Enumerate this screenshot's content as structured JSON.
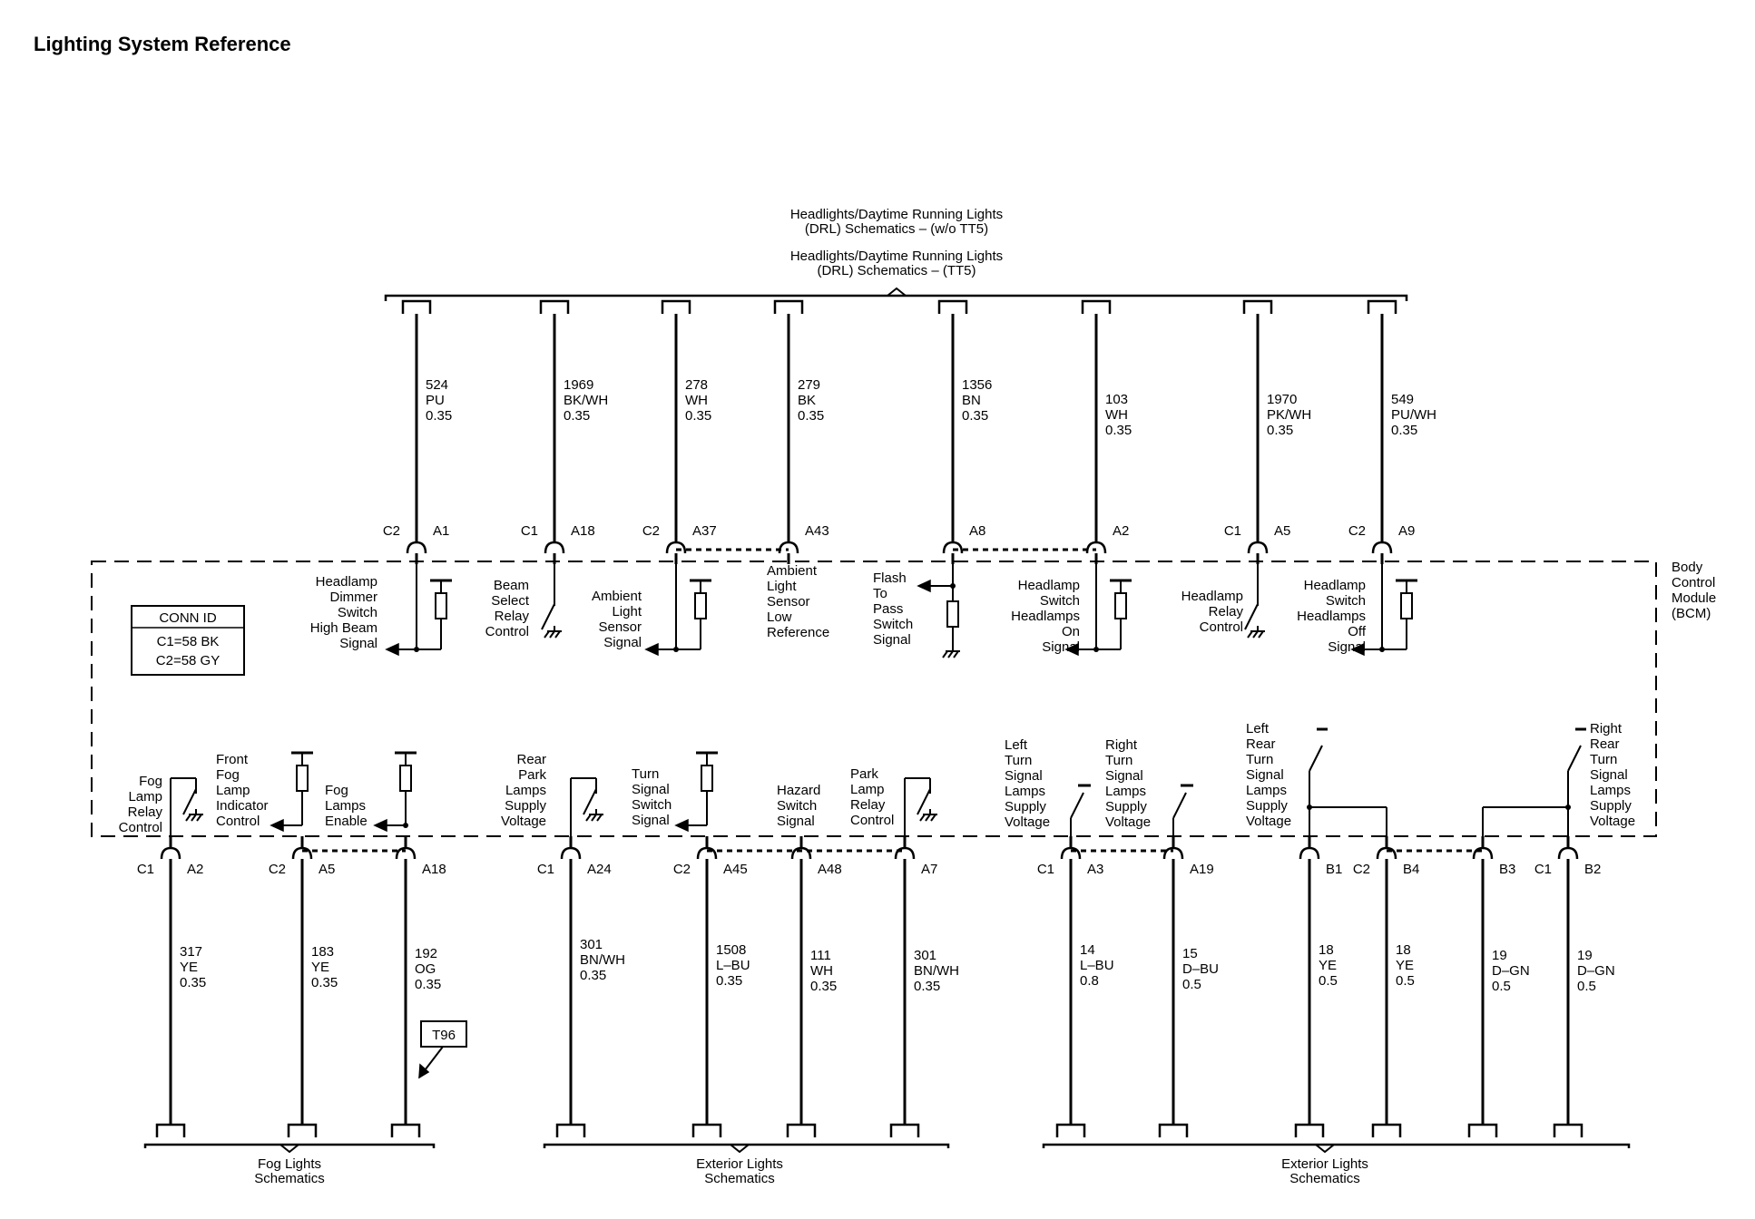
{
  "page_title": "Lighting System Reference",
  "top_bracket_titles": [
    "Headlights/Daytime Running Lights",
    "(DRL) Schematics – (w/o TT5)",
    "Headlights/Daytime Running Lights",
    "(DRL) Schematics – (TT5)"
  ],
  "module_name": [
    "Body",
    "Control",
    "Module",
    "(BCM)"
  ],
  "conn_id": {
    "title": "CONN ID",
    "rows": [
      "C1=58 BK",
      "C2=58 GY"
    ]
  },
  "top_circuits": [
    {
      "conn": "C2",
      "pin": "A1",
      "circuit": "524",
      "color": "PU",
      "gauge": "0.35",
      "function": [
        "Headlamp",
        "Dimmer",
        "Switch",
        "High Beam",
        "Signal"
      ]
    },
    {
      "conn": "C1",
      "pin": "A18",
      "circuit": "1969",
      "color": "BK/WH",
      "gauge": "0.35",
      "function": [
        "Beam",
        "Select",
        "Relay",
        "Control"
      ]
    },
    {
      "conn": "C2",
      "pin": "A37",
      "circuit": "278",
      "color": "WH",
      "gauge": "0.35",
      "function": [
        "Ambient",
        "Light",
        "Sensor",
        "Signal"
      ]
    },
    {
      "conn": "",
      "pin": "A43",
      "circuit": "279",
      "color": "BK",
      "gauge": "0.35",
      "function": [
        "Ambient",
        "Light",
        "Sensor",
        "Low",
        "Reference"
      ]
    },
    {
      "conn": "",
      "pin": "A8",
      "circuit": "1356",
      "color": "BN",
      "gauge": "0.35",
      "function": [
        "Flash",
        "To",
        "Pass",
        "Switch",
        "Signal"
      ]
    },
    {
      "conn": "",
      "pin": "A2",
      "circuit": "103",
      "color": "WH",
      "gauge": "0.35",
      "function": [
        "Headlamp",
        "Switch",
        "Headlamps",
        "On",
        "Signal"
      ]
    },
    {
      "conn": "C1",
      "pin": "A5",
      "circuit": "1970",
      "color": "PK/WH",
      "gauge": "0.35",
      "function": [
        "Headlamp",
        "Relay",
        "Control"
      ]
    },
    {
      "conn": "C2",
      "pin": "A9",
      "circuit": "549",
      "color": "PU/WH",
      "gauge": "0.35",
      "function": [
        "Headlamp",
        "Switch",
        "Headlamps",
        "Off",
        "Signal"
      ]
    }
  ],
  "bottom_circuits": [
    {
      "conn": "C1",
      "pin": "A2",
      "circuit": "317",
      "color": "YE",
      "gauge": "0.35",
      "function": [
        "Fog",
        "Lamp",
        "Relay",
        "Control"
      ]
    },
    {
      "conn": "C2",
      "pin": "A5",
      "circuit": "183",
      "color": "YE",
      "gauge": "0.35",
      "function": [
        "Front",
        "Fog",
        "Lamp",
        "Indicator",
        "Control"
      ]
    },
    {
      "conn": "",
      "pin": "A18",
      "circuit": "192",
      "color": "OG",
      "gauge": "0.35",
      "function": [
        "Fog",
        "Lamps",
        "Enable"
      ]
    },
    {
      "conn": "C1",
      "pin": "A24",
      "circuit": "301",
      "color": "BN/WH",
      "gauge": "0.35",
      "function": [
        "Rear",
        "Park",
        "Lamps",
        "Supply",
        "Voltage"
      ]
    },
    {
      "conn": "C2",
      "pin": "A45",
      "circuit": "1508",
      "color": "L–BU",
      "gauge": "0.35",
      "function": [
        "Turn",
        "Signal",
        "Switch",
        "Signal"
      ]
    },
    {
      "conn": "",
      "pin": "A48",
      "circuit": "111",
      "color": "WH",
      "gauge": "0.35",
      "function": [
        "Hazard",
        "Switch",
        "Signal"
      ]
    },
    {
      "conn": "",
      "pin": "A7",
      "circuit": "301",
      "color": "BN/WH",
      "gauge": "0.35",
      "function": [
        "Park",
        "Lamp",
        "Relay",
        "Control"
      ]
    },
    {
      "conn": "C1",
      "pin": "A3",
      "circuit": "14",
      "color": "L–BU",
      "gauge": "0.8",
      "function": [
        "Left",
        "Turn",
        "Signal",
        "Lamps",
        "Supply",
        "Voltage"
      ]
    },
    {
      "conn": "",
      "pin": "A19",
      "circuit": "15",
      "color": "D–BU",
      "gauge": "0.5",
      "function": [
        "Right",
        "Turn",
        "Signal",
        "Lamps",
        "Supply",
        "Voltage"
      ]
    },
    {
      "conn": "",
      "pin": "B1",
      "circuit": "18",
      "color": "YE",
      "gauge": "0.5",
      "function": [
        "Left",
        "Rear",
        "Turn",
        "Signal",
        "Lamps",
        "Supply",
        "Voltage"
      ]
    },
    {
      "conn": "C2",
      "pin": "B4",
      "circuit": "18",
      "color": "YE",
      "gauge": "0.5",
      "function": []
    },
    {
      "conn": "",
      "pin": "B3",
      "circuit": "19",
      "color": "D–GN",
      "gauge": "0.5",
      "function": []
    },
    {
      "conn": "C1",
      "pin": "B2",
      "circuit": "19",
      "color": "D–GN",
      "gauge": "0.5",
      "function": [
        "Right",
        "Rear",
        "Turn",
        "Signal",
        "Lamps",
        "Supply",
        "Voltage"
      ]
    }
  ],
  "bottom_groups": [
    {
      "label": [
        "Fog Lights",
        "Schematics"
      ]
    },
    {
      "label": [
        "Exterior Lights",
        "Schematics"
      ]
    },
    {
      "label": [
        "Exterior Lights",
        "Schematics"
      ]
    }
  ],
  "callout": "T96"
}
